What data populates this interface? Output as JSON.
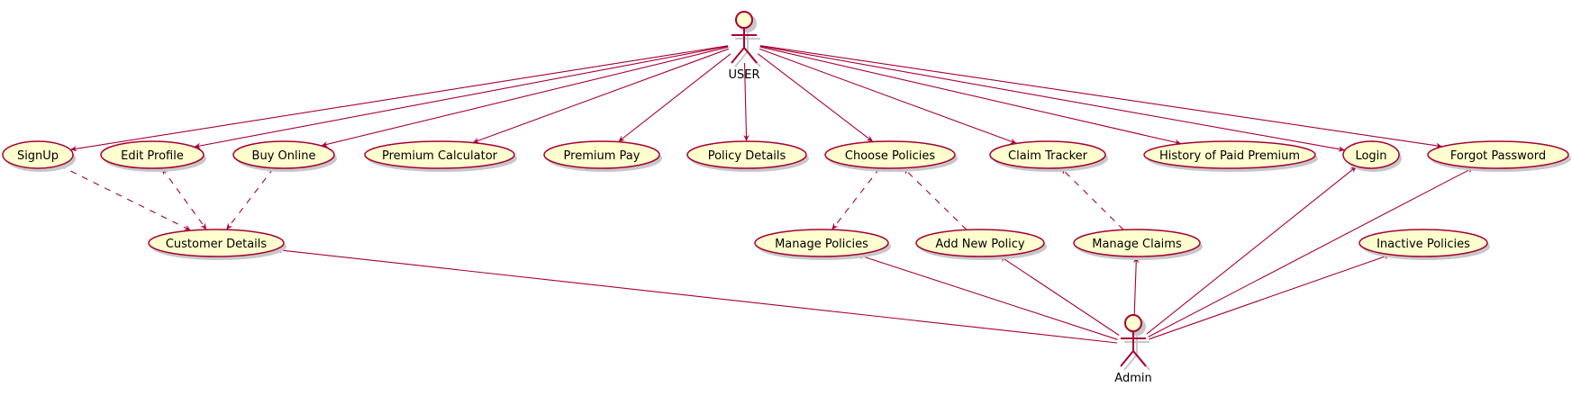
{
  "colors": {
    "stroke": "#A80036",
    "usecase_fill": "#FEFECE",
    "shadow": "#C8C8C8"
  },
  "actors": {
    "user": {
      "label": "USER"
    },
    "admin": {
      "label": "Admin"
    }
  },
  "usecases": {
    "signup": "SignUp",
    "edit_profile": "Edit Profile",
    "buy_online": "Buy Online",
    "premium_calculator": "Premium Calculator",
    "premium_pay": "Premium Pay",
    "policy_details": "Policy Details",
    "choose_policies": "Choose Policies",
    "claim_tracker": "Claim Tracker",
    "history_paid_premium": "History of Paid Premium",
    "login": "Login",
    "forgot_password": "Forgot Password",
    "customer_details": "Customer Details",
    "manage_policies": "Manage Policies",
    "add_new_policy": "Add New Policy",
    "manage_claims": "Manage Claims",
    "inactive_policies": "Inactive Policies"
  },
  "relations": [
    {
      "from": "user",
      "to": "signup",
      "style": "solid",
      "arrow": "end"
    },
    {
      "from": "user",
      "to": "edit_profile",
      "style": "solid",
      "arrow": "end"
    },
    {
      "from": "user",
      "to": "buy_online",
      "style": "solid",
      "arrow": "end"
    },
    {
      "from": "user",
      "to": "premium_calculator",
      "style": "solid",
      "arrow": "end"
    },
    {
      "from": "user",
      "to": "premium_pay",
      "style": "solid",
      "arrow": "end"
    },
    {
      "from": "user",
      "to": "policy_details",
      "style": "solid",
      "arrow": "end"
    },
    {
      "from": "user",
      "to": "choose_policies",
      "style": "solid",
      "arrow": "end"
    },
    {
      "from": "user",
      "to": "claim_tracker",
      "style": "solid",
      "arrow": "end"
    },
    {
      "from": "user",
      "to": "history_paid_premium",
      "style": "solid",
      "arrow": "end"
    },
    {
      "from": "user",
      "to": "login",
      "style": "solid",
      "arrow": "end"
    },
    {
      "from": "user",
      "to": "forgot_password",
      "style": "solid",
      "arrow": "end"
    },
    {
      "from": "signup",
      "to": "customer_details",
      "style": "dashed",
      "arrow": "end"
    },
    {
      "from": "edit_profile",
      "to": "customer_details",
      "style": "dashed",
      "arrow": "both"
    },
    {
      "from": "buy_online",
      "to": "customer_details",
      "style": "dashed",
      "arrow": "end"
    },
    {
      "from": "choose_policies",
      "to": "manage_policies",
      "style": "dashed",
      "arrow": "end"
    },
    {
      "from": "add_new_policy",
      "to": "choose_policies",
      "style": "dashed",
      "arrow": "end"
    },
    {
      "from": "manage_claims",
      "to": "claim_tracker",
      "style": "dashed",
      "arrow": "end"
    },
    {
      "from": "admin",
      "to": "customer_details",
      "style": "solid",
      "arrow": "end"
    },
    {
      "from": "admin",
      "to": "manage_policies",
      "style": "solid",
      "arrow": "end"
    },
    {
      "from": "admin",
      "to": "add_new_policy",
      "style": "solid",
      "arrow": "end"
    },
    {
      "from": "admin",
      "to": "manage_claims",
      "style": "solid",
      "arrow": "end"
    },
    {
      "from": "admin",
      "to": "login",
      "style": "solid",
      "arrow": "end"
    },
    {
      "from": "admin",
      "to": "forgot_password",
      "style": "solid",
      "arrow": "end"
    },
    {
      "from": "admin",
      "to": "inactive_policies",
      "style": "solid",
      "arrow": "end"
    }
  ]
}
